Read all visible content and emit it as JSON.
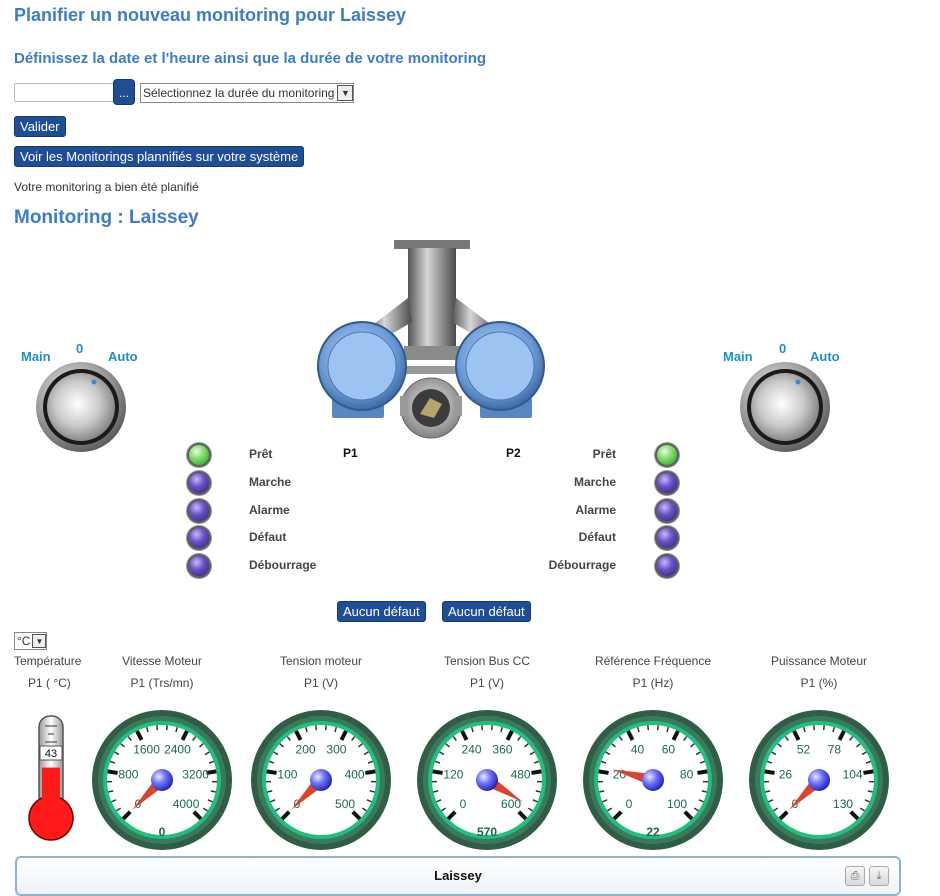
{
  "page": {
    "title": "Planifier un nouveau monitoring pour Laissey",
    "subtitle": "Définissez la date et l'heure ainsi que la durée de votre monitoring",
    "status": "Votre monitoring a bien été planifié",
    "monitoring_title": "Monitoring : Laissey"
  },
  "form": {
    "date_value": "",
    "picker_label": "...",
    "duration_selected": "Sélectionnez la durée du monitoring",
    "validate_label": "Valider",
    "view_label": "Voir les Monitorings plannifiés sur votre système"
  },
  "switches": [
    {
      "left": "Main",
      "center": "0",
      "right": "Auto"
    },
    {
      "left": "Main",
      "center": "0",
      "right": "Auto"
    }
  ],
  "pumps": {
    "p1": "P1",
    "p2": "P2",
    "indicators": [
      "Prêt",
      "Marche",
      "Alarme",
      "Défaut",
      "Débourrage"
    ],
    "p1_states": [
      "on",
      "off",
      "off",
      "off",
      "off"
    ],
    "p2_states": [
      "on",
      "off",
      "off",
      "off",
      "off"
    ],
    "p1_fault_label": "Aucun défaut",
    "p2_fault_label": "Aucun défaut"
  },
  "unit_select": "°C",
  "temperature": {
    "title": "Température",
    "unit": "P1 ( °C)",
    "value": "43",
    "level": 0.43
  },
  "gauges": [
    {
      "title": "Vitesse Moteur",
      "unit": "P1 (Trs/mn)",
      "min": 0,
      "max": 4000,
      "ticks": [
        "0",
        "800",
        "1600",
        "2400",
        "3200",
        "4000"
      ],
      "value": 0,
      "readout": "0"
    },
    {
      "title": "Tension moteur",
      "unit": "P1 (V)",
      "min": 0,
      "max": 500,
      "ticks": [
        "0",
        "100",
        "200",
        "300",
        "400",
        "500"
      ],
      "value": 0,
      "readout": ""
    },
    {
      "title": "Tension Bus CC",
      "unit": "P1 (V)",
      "min": 0,
      "max": 600,
      "ticks": [
        "0",
        "120",
        "240",
        "360",
        "480",
        "600"
      ],
      "value": 570,
      "readout": "570"
    },
    {
      "title": "Référence Fréquence",
      "unit": "P1 (Hz)",
      "min": 0,
      "max": 100,
      "ticks": [
        "0",
        "20",
        "40",
        "60",
        "80",
        "100"
      ],
      "value": 22,
      "readout": "22"
    },
    {
      "title": "Puissance Moteur",
      "unit": "P1 (%)",
      "min": 0,
      "max": 130,
      "ticks": [
        "0",
        "26",
        "52",
        "78",
        "104",
        "130"
      ],
      "value": 0,
      "readout": ""
    }
  ],
  "panel": {
    "title": "Laissey",
    "icons": [
      "print-icon",
      "download-icon"
    ]
  }
}
